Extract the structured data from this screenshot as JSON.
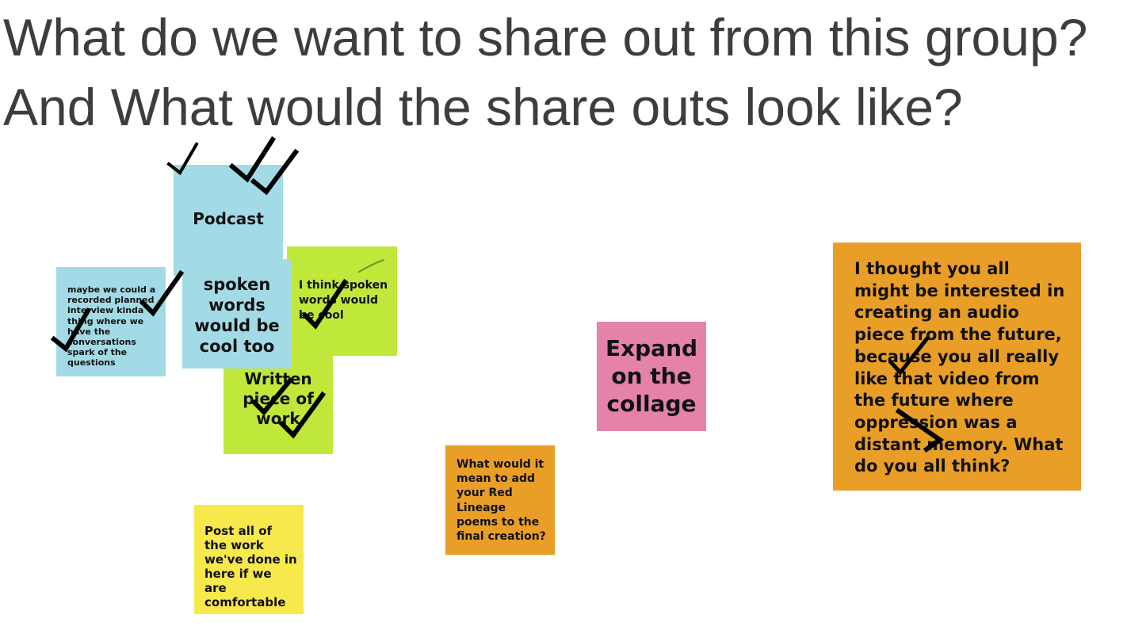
{
  "title": {
    "line1": "What do we want to share out from this group?",
    "line2": "And What would the share outs look like?"
  },
  "notes": {
    "podcast": "Podcast",
    "maybe": "maybe we could a recorded planned interview kinda thing where we have the conversations spark of the questions",
    "think": "I think spoken words would be cool",
    "written": "Written piece of work",
    "spoken": "spoken words would be cool too",
    "expand": "Expand on the collage",
    "red_lineage": "What would it mean to add your Red Lineage poems to the final creation?",
    "post": "Post all of the work we've done in here if we are comfortable",
    "thought": "I thought you all might be interested in creating an audio piece from the future, because you all really like that video from the future where oppression was a distant memory. What do you all think?"
  },
  "colors": {
    "sticky_blue": "#a2dbe6",
    "sticky_green": "#bfe83a",
    "sticky_pink": "#e582a9",
    "sticky_orange": "#e89e27",
    "sticky_yellow": "#f7e84b",
    "title_text": "#3c3d40",
    "checkmark": "#000000"
  },
  "vote_marks": {
    "podcast_checks": 3,
    "maybe_checks": 2,
    "think_checks": 1,
    "written_checks": 2,
    "thought_checks": 2
  }
}
